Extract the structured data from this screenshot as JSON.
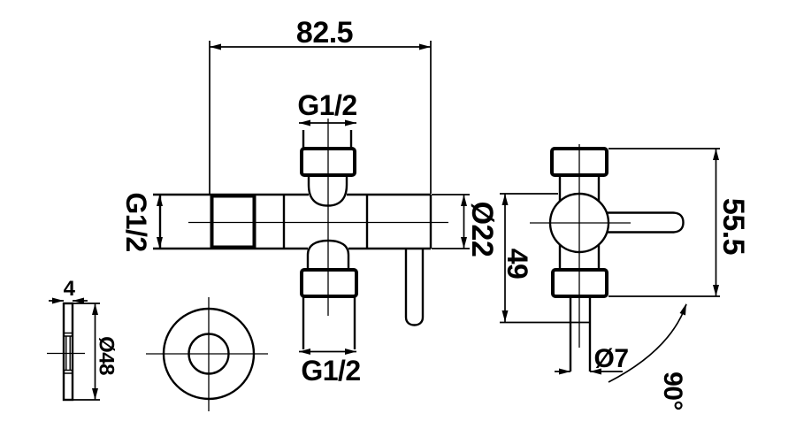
{
  "colors": {
    "line": "#000000",
    "background": "#ffffff"
  },
  "front_view": {
    "width_dim": "82.5",
    "top_thread": "G1/2",
    "left_thread": "G1/2",
    "bottom_thread": "G1/2",
    "body_diameter": "Ø22"
  },
  "side_view": {
    "height_dim": "55.5",
    "drop_dim": "49",
    "spout_diameter": "Ø7",
    "swivel_angle": "90°"
  },
  "flange_view": {
    "thickness": "4",
    "diameter": "Ø48"
  }
}
